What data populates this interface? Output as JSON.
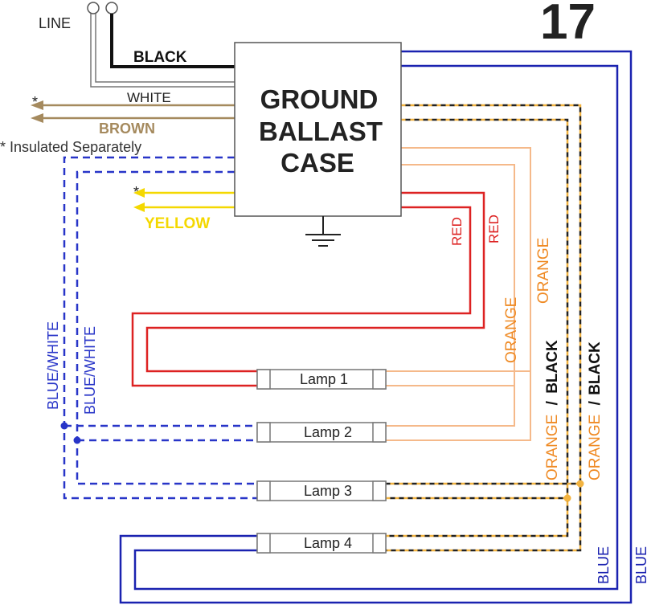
{
  "diagram_number": "17",
  "ballast": {
    "lines": [
      "GROUND",
      "BALLAST",
      "CASE"
    ]
  },
  "wires": {
    "line": "LINE",
    "black": "BLACK",
    "white": "WHITE",
    "brown": "BROWN",
    "yellow": "YELLOW",
    "red": "RED",
    "orange": "ORANGE",
    "orange_black_orange": "ORANGE",
    "orange_black_sep": "/",
    "orange_black_black": "BLACK",
    "blue_white": "BLUE/WHITE",
    "blue": "BLUE"
  },
  "asterisk": "*",
  "note": "* Insulated Separately",
  "lamps": [
    "Lamp 1",
    "Lamp 2",
    "Lamp 3",
    "Lamp 4"
  ],
  "colors": {
    "black": "#111111",
    "white_wire": "#888888",
    "brown": "#a58a5e",
    "yellow": "#f4d800",
    "red": "#dd2222",
    "orange": "#f5b98a",
    "orange_label": "#ef8a24",
    "orange_dashed": "#f2b340",
    "blue": "#1a22b0",
    "blue_white": "#2835c8"
  }
}
